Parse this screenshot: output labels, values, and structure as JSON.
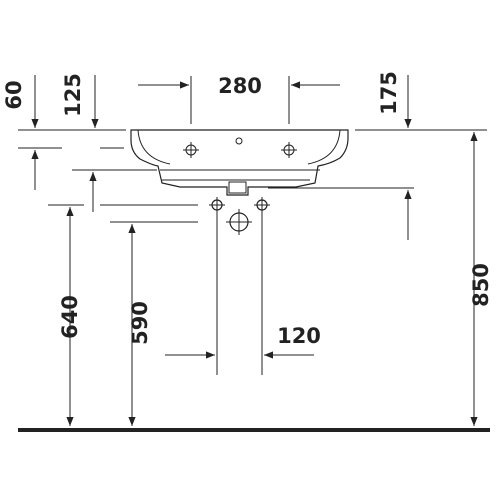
{
  "dimensions": {
    "width_holes": "280",
    "offset_right": "175",
    "offset_left": "125",
    "rim_depth": "60",
    "drain_spacing": "120",
    "height_total": "850",
    "height_640": "640",
    "height_590": "590"
  },
  "colors": {
    "line": "#222222",
    "background": "#ffffff"
  }
}
